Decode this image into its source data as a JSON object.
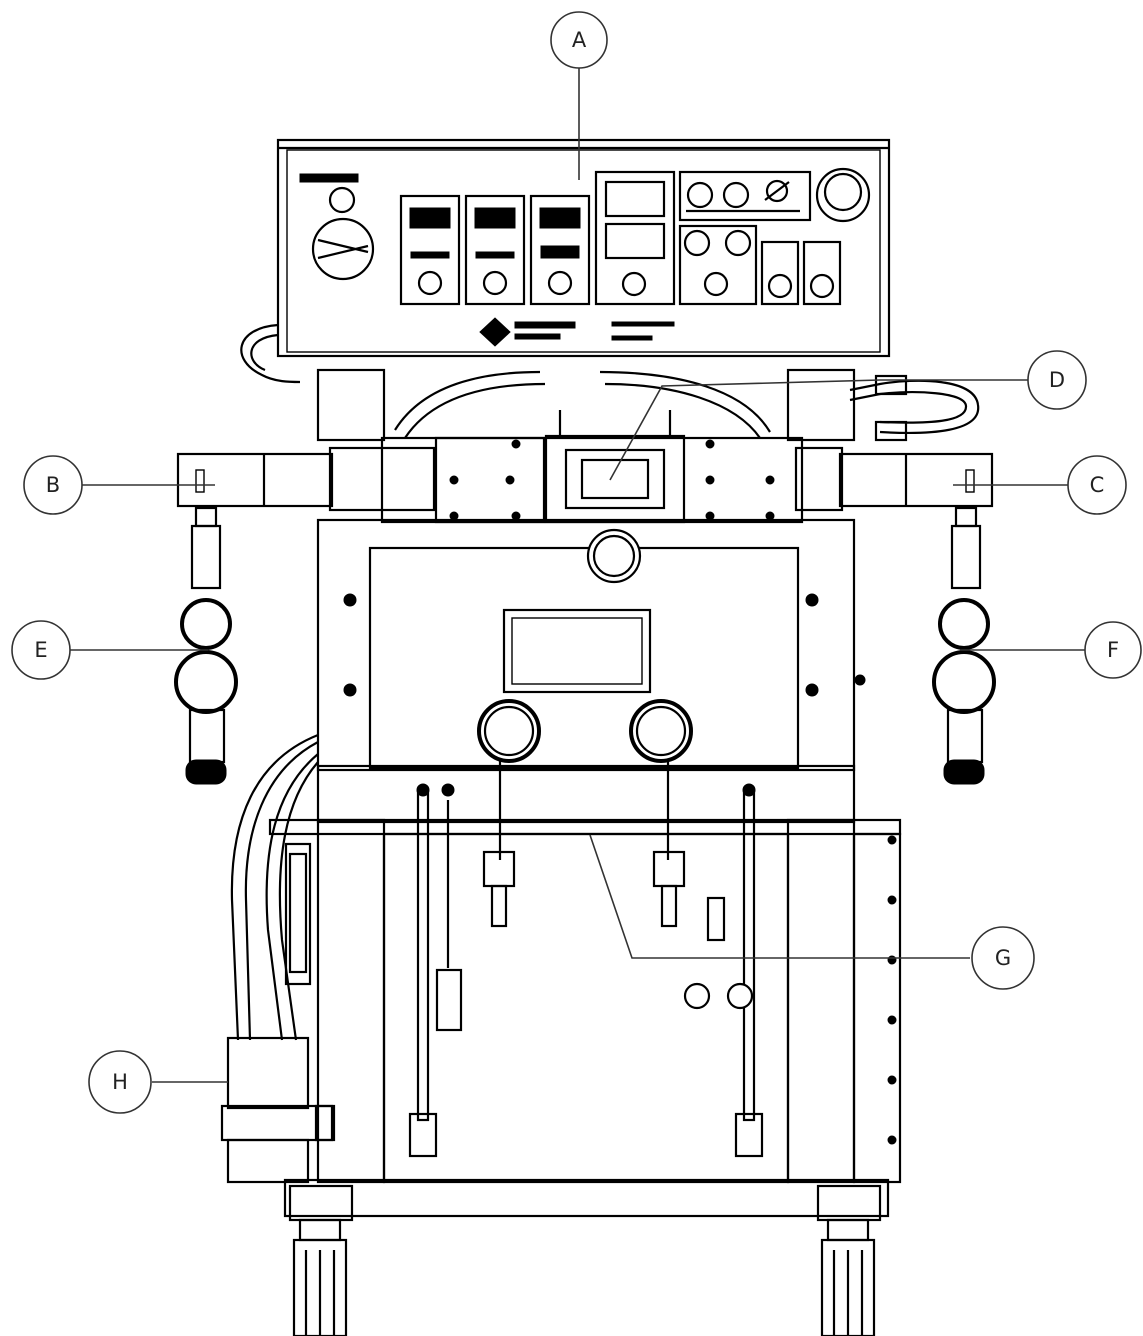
{
  "callouts": {
    "a": "A",
    "b": "B",
    "c": "C",
    "d": "D",
    "e": "E",
    "f": "F",
    "g": "G",
    "h": "H"
  }
}
